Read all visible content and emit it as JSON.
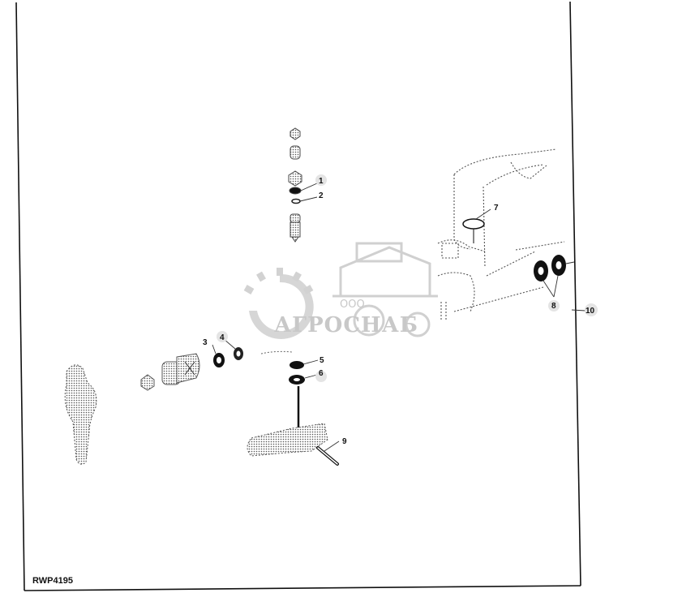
{
  "figure_code": "RWP4195",
  "callouts": [
    {
      "id": "c1",
      "label": "1"
    },
    {
      "id": "c2",
      "label": "2"
    },
    {
      "id": "c3",
      "label": "3"
    },
    {
      "id": "c4",
      "label": "4"
    },
    {
      "id": "c5",
      "label": "5"
    },
    {
      "id": "c6",
      "label": "6"
    },
    {
      "id": "c7",
      "label": "7"
    },
    {
      "id": "c8",
      "label": "8"
    },
    {
      "id": "c9",
      "label": "9"
    },
    {
      "id": "c10",
      "label": "10"
    }
  ],
  "watermark": {
    "prefix": "ООО",
    "brand": "АГРОСНАБ"
  }
}
